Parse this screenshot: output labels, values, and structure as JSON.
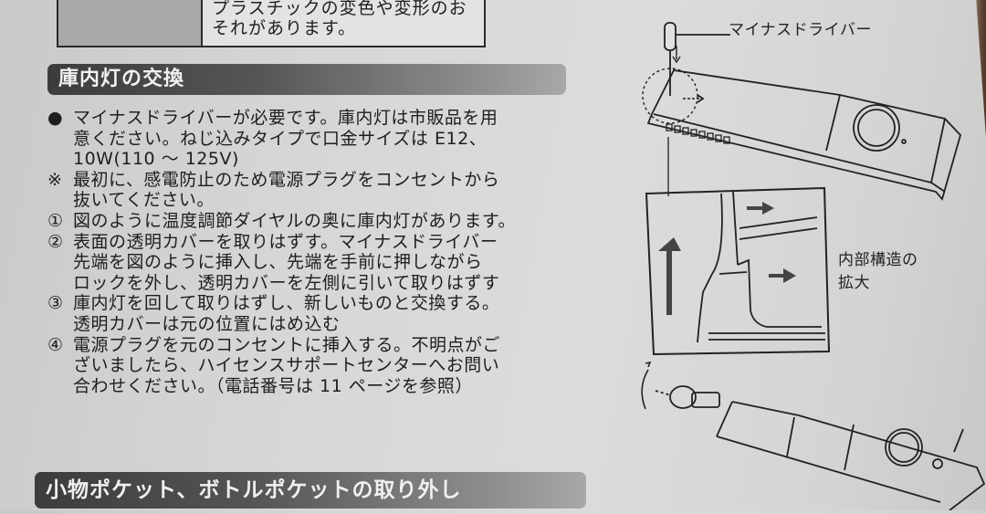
{
  "warning_table": {
    "line1": "プラスチックの変色や変形のお",
    "line2": "それがあります。"
  },
  "section1": {
    "title": "庫内灯の交換",
    "note_bullet": {
      "mark": "●",
      "lines": [
        "マイナスドライバーが必要です。庫内灯は市販品を用",
        "意ください。ねじ込みタイプで口金サイズは E12、",
        "10W(110 ～ 125V)"
      ]
    },
    "caution": {
      "mark": "※",
      "lines": [
        "最初に、感電防止のため電源プラグをコンセントから",
        "抜いてください。"
      ]
    },
    "steps": [
      {
        "mark": "①",
        "lines": [
          "図のように温度調節ダイヤルの奥に庫内灯があります。"
        ]
      },
      {
        "mark": "②",
        "lines": [
          "表面の透明カバーを取りはずす。マイナスドライバー",
          "先端を図のように挿入し、先端を手前に押しながら",
          "ロックを外し、透明カバーを左側に引いて取りはずす"
        ]
      },
      {
        "mark": "③",
        "lines": [
          "庫内灯を回して取りはずし、新しいものと交換する。",
          "透明カバーは元の位置にはめ込む"
        ]
      },
      {
        "mark": "④",
        "lines": [
          "電源プラグを元のコンセントに挿入する。不明点がご",
          "ざいましたら、ハイセンスサポートセンターへお問い",
          "合わせください。（電話番号は 11 ページを参照）"
        ]
      }
    ]
  },
  "section2": {
    "title": "小物ポケット、ボトルポケットの取り外し"
  },
  "figure": {
    "screwdriver_label": "マイナスドライバー",
    "detail_label_line1": "内部構造の",
    "detail_label_line2": "拡大"
  },
  "colors": {
    "paper": "#d6d6d4",
    "section_bar_dark": "#3c3c3c",
    "section_bar_text": "#f0f0f0",
    "ink": "#1e1e1e"
  }
}
